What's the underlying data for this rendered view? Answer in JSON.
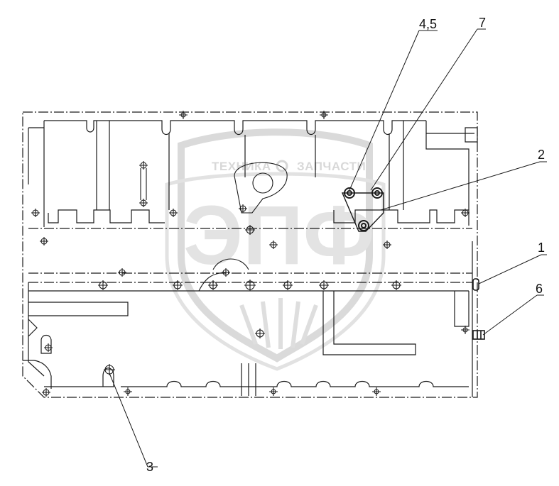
{
  "watermark": {
    "top_text_left": "ТЕХНИКА",
    "top_text_right": "ЗАПЧАСТИ",
    "logo_letters": "ЭПФ",
    "color": "#d9d9d9"
  },
  "callouts": [
    {
      "id": "4-5",
      "label": "4,5"
    },
    {
      "id": "7",
      "label": "7"
    },
    {
      "id": "2",
      "label": "2"
    },
    {
      "id": "1",
      "label": "1"
    },
    {
      "id": "6",
      "label": "6"
    },
    {
      "id": "3",
      "label": "3"
    }
  ],
  "colors": {
    "line": "#1a1a1a",
    "background": "#ffffff"
  }
}
